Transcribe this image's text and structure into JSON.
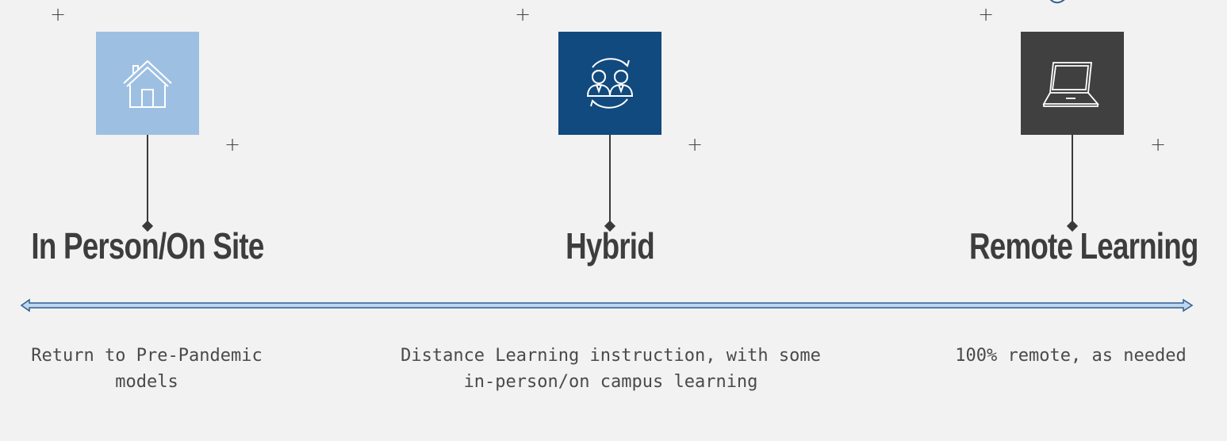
{
  "stages": [
    {
      "id": "in-person",
      "title": "In Person/On Site",
      "icon": "house-icon",
      "box_color": "#9dc0e2",
      "description": "Return to Pre-Pandemic models"
    },
    {
      "id": "hybrid",
      "title": "Hybrid",
      "icon": "people-exchange-icon",
      "box_color": "#114a7e",
      "description": "Distance Learning instruction, with some in-person/on campus learning"
    },
    {
      "id": "remote",
      "title": "Remote Learning",
      "icon": "laptop-icon",
      "box_color": "#404040",
      "description": "100% remote, as needed"
    }
  ],
  "colors": {
    "background": "#f2f2f2",
    "timeline_fill": "#bfd7ee",
    "timeline_stroke": "#2f5f90",
    "text": "#3d3d3d"
  }
}
